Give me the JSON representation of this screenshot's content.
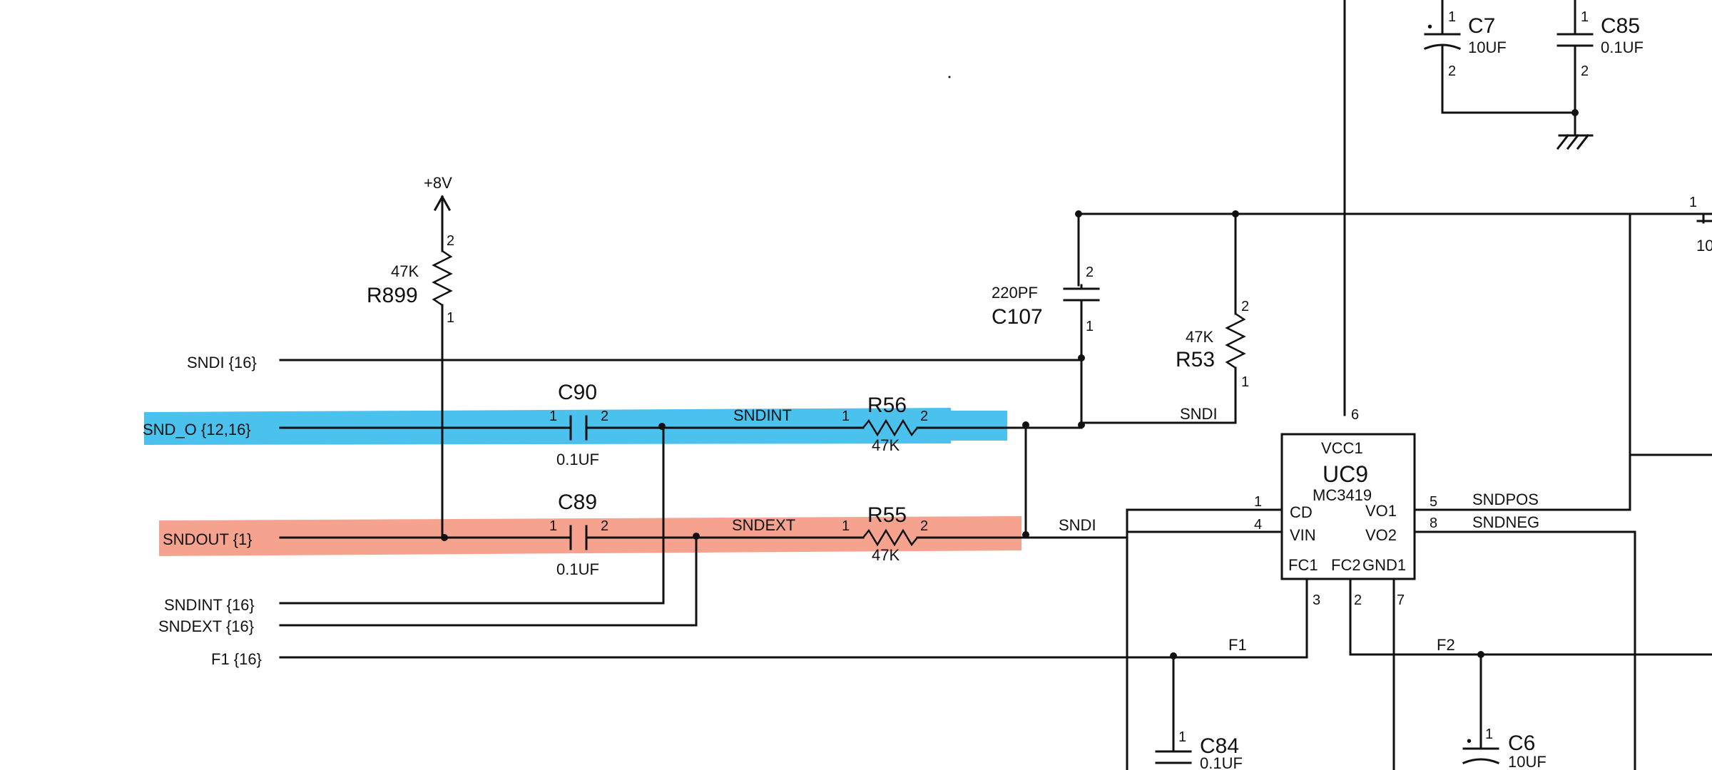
{
  "ports": {
    "sndi": "SNDI {16}",
    "snd_o": "SND_O {12,16}",
    "sndout": "SNDOUT {1}",
    "sndint": "SNDINT {16}",
    "sndext": "SNDEXT {16}",
    "f1": "F1 {16}"
  },
  "power": {
    "plus8v": "+8V"
  },
  "components": {
    "r899": {
      "ref": "R899",
      "value": "47K",
      "pin1": "1",
      "pin2": "2"
    },
    "c107": {
      "ref": "C107",
      "value": "220PF",
      "pin1": "1",
      "pin2": "2"
    },
    "r53": {
      "ref": "R53",
      "value": "47K",
      "pin1": "1",
      "pin2": "2"
    },
    "c90": {
      "ref": "C90",
      "value": "0.1UF",
      "pin1": "1",
      "pin2": "2"
    },
    "c89": {
      "ref": "C89",
      "value": "0.1UF",
      "pin1": "1",
      "pin2": "2"
    },
    "r56": {
      "ref": "R56",
      "value": "47K",
      "pin1": "1",
      "pin2": "2"
    },
    "r55": {
      "ref": "R55",
      "value": "47K",
      "pin1": "1",
      "pin2": "2"
    },
    "c7": {
      "ref": "C7",
      "value": "10UF",
      "pin1": "1",
      "pin2": "2"
    },
    "c85": {
      "ref": "C85",
      "value": "0.1UF",
      "pin1": "1",
      "pin2": "2"
    },
    "c84": {
      "ref": "C84",
      "value": "0.1UF",
      "pin1": "1"
    },
    "c6": {
      "ref": "C6",
      "value": "10UF",
      "pin1": "1"
    },
    "edge_cap_pin": "1",
    "edge_cap_value": "10"
  },
  "ic": {
    "ref": "UC9",
    "part": "MC3419",
    "pins": {
      "vcc1": "VCC1",
      "cd": "CD",
      "vin": "VIN",
      "vo1": "VO1",
      "vo2": "VO2",
      "fc1": "FC1",
      "fc2": "FC2",
      "gnd1": "GND1"
    },
    "pin_numbers": {
      "vcc1": "6",
      "cd": "1",
      "vin": "4",
      "vo1": "5",
      "vo2": "8",
      "fc1": "3",
      "fc2": "2",
      "gnd1": "7"
    }
  },
  "nets": {
    "sndint": "SNDINT",
    "sndext": "SNDEXT",
    "sndi_top": "SNDI",
    "sndi_mid": "SNDI",
    "sndpos": "SNDPOS",
    "sndneg": "SNDNEG",
    "f1": "F1",
    "f2": "F2"
  },
  "highlights": {
    "snd_o_color": "#2bb6ea",
    "sndout_color": "#f28b73"
  }
}
